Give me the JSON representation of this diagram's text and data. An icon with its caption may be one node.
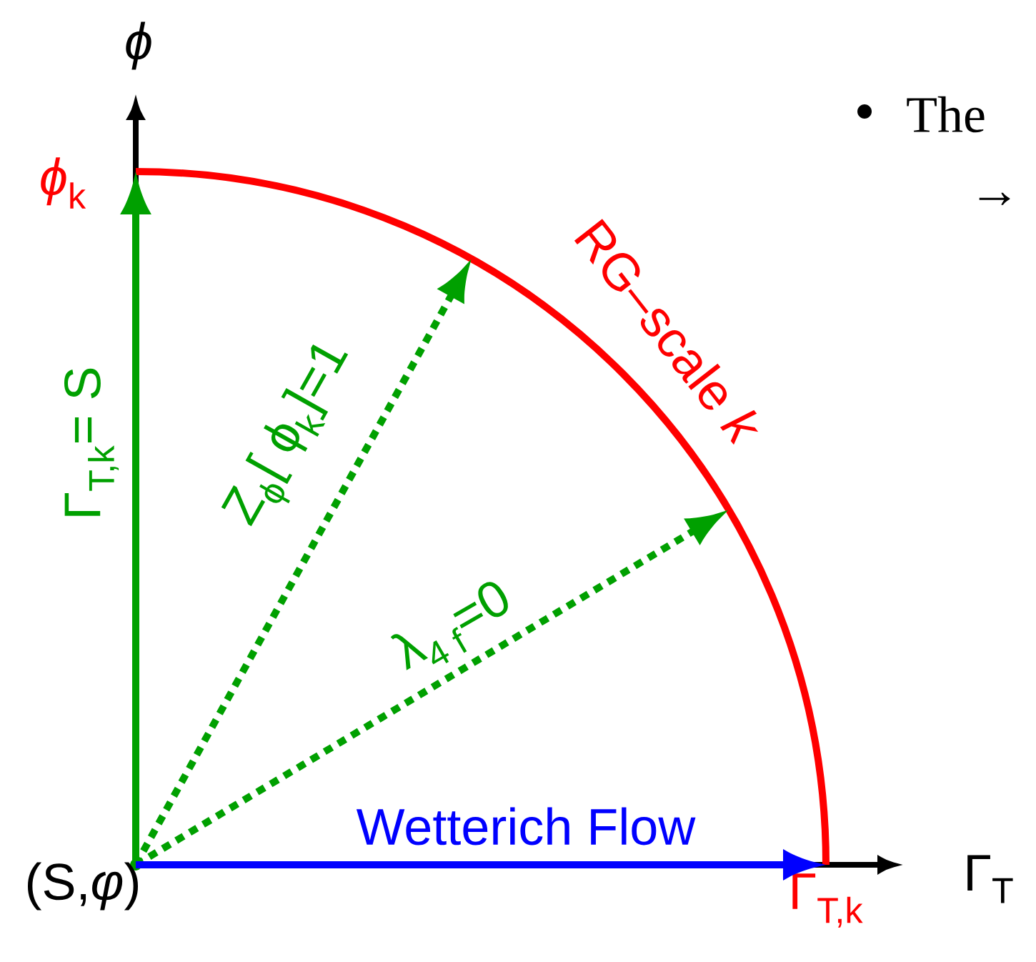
{
  "diagram": {
    "nodes": [
      {
        "text": [
          "(S,*φ*)"
        ]
      },
      {
        "text": [
          "*ϕ*$_{k}$"
        ]
      },
      {
        "text": [
          "Γ$_{T,k}$"
        ]
      }
    ],
    "edges": [
      {
        "from": 0,
        "to": 1,
        "arrow": "to",
        "label": "Γ$_{T,k}$= S"
      },
      {
        "from": 0,
        "to": null,
        "arrow": "to",
        "style": "dashed",
        "label": "Z$_{ϕ}$[ ϕ$_{k}$]=1"
      },
      {
        "from": 0,
        "to": null,
        "arrow": "to",
        "style": "dashed",
        "label": "λ$_{4 f}$=0"
      },
      {
        "from": 0,
        "to": 2,
        "arrow": "to",
        "color": "#0000ff",
        "label": "Wetterich Flow"
      }
    ],
    "labels": [
      "*ϕ*",
      "Γ$_{T}$",
      "RG–scale *k*",
      "The",
      "→"
    ]
  }
}
